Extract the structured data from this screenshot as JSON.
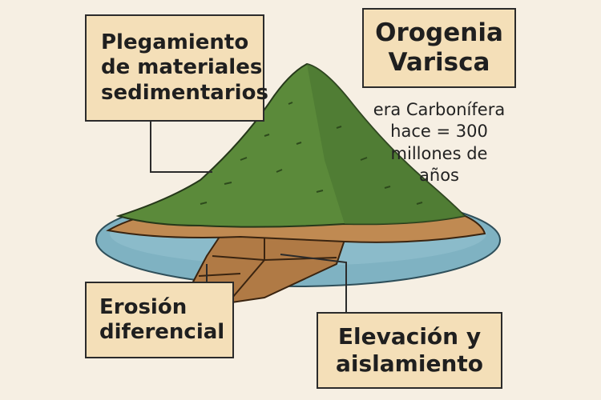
{
  "labels": {
    "folding": [
      "Plegamiento",
      "de materiales",
      "sedimentarios"
    ],
    "orogeny": [
      "Orogenia",
      "Varisca"
    ],
    "era": [
      "era Carbonífera",
      "hace = 300",
      "millones de",
      "años"
    ],
    "erosion": [
      "Erosión",
      "diferencial"
    ],
    "elevation": [
      "Elevación y",
      "aislamiento"
    ]
  },
  "colors": {
    "background": "#f6efe3",
    "box_fill": "#f4dfb8",
    "water": "#7fb2c2",
    "vegetation": "#5b8a3a",
    "rock": "#b07a45"
  }
}
